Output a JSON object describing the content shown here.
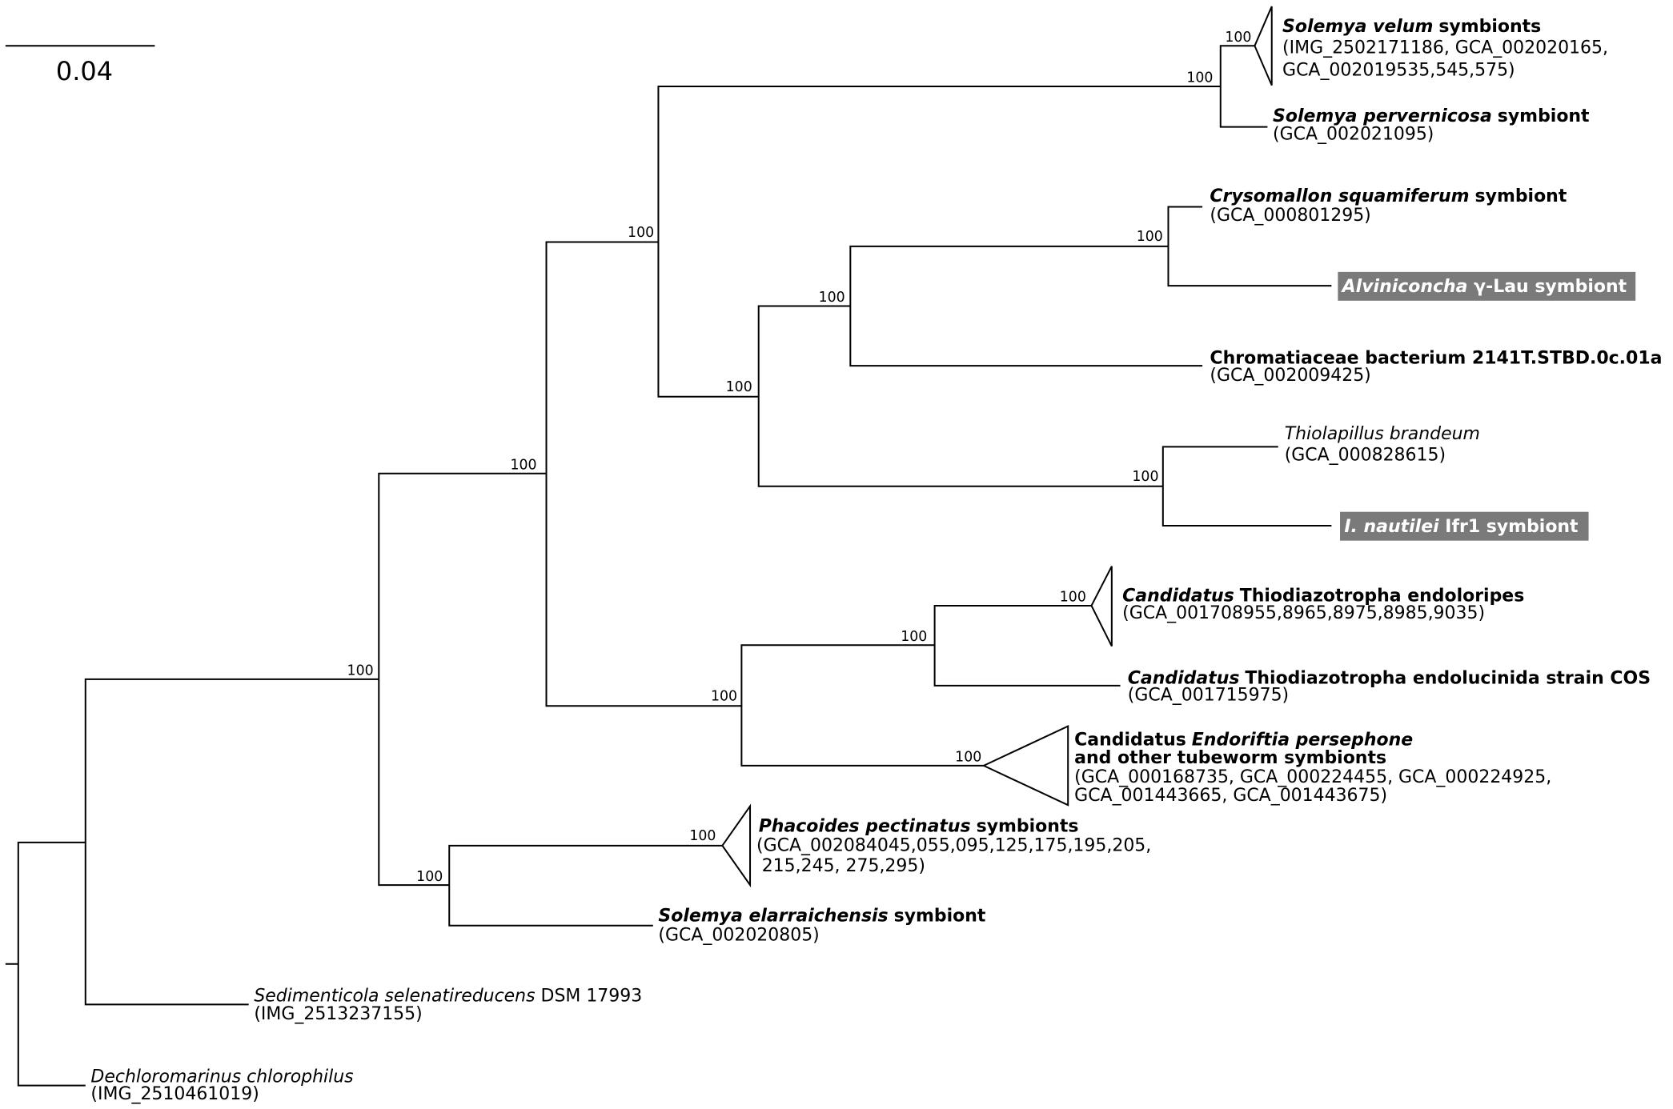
{
  "scale_bar": {
    "label": "0.04"
  },
  "support_values": [
    "100",
    "100",
    "100",
    "100",
    "100",
    "100",
    "100",
    "100",
    "100",
    "100",
    "100",
    "100",
    "100",
    "100",
    "100"
  ],
  "taxa": {
    "solemya_velum": {
      "name_italic": "Solemya velum",
      "name_plain": "symbionts",
      "accession": [
        "(IMG_2502171186, GCA_002020165,",
        "GCA_002019535,545,575)"
      ]
    },
    "solemya_pervernicosa": {
      "name_italic": "Solemya pervernicosa",
      "name_plain": "symbiont",
      "accession": [
        "(GCA_002021095)"
      ]
    },
    "crysomallon_squamiferum": {
      "name_italic": "Crysomallon squamiferum",
      "name_plain": "symbiont",
      "accession": [
        "(GCA_000801295)"
      ]
    },
    "alviniconcha": {
      "name_italic": "Alviniconcha",
      "name_plain": "γ-Lau symbiont"
    },
    "chromatiaceae": {
      "name_plain": "Chromatiaceae bacterium 2141T.STBD.0c.01a",
      "accession": [
        "(GCA_002009425)"
      ]
    },
    "thiolapillus_brandeum": {
      "name_italic": "Thiolapillus brandeum",
      "accession": [
        "(GCA_000828615)"
      ]
    },
    "i_nautilei": {
      "name_italic": "I. nautilei",
      "name_plain": "Ifr1 symbiont"
    },
    "thiodiazotropha_endoloripes": {
      "name_italic": "Candidatus",
      "name_plain": "Thiodiazotropha endoloripes",
      "accession": [
        "(GCA_001708955,8965,8975,8985,9035)"
      ]
    },
    "thiodiazotropha_endolucinida": {
      "name_italic": "Candidatus",
      "name_plain": "Thiodiazotropha endolucinida strain COS",
      "accession": [
        "(GCA_001715975)"
      ]
    },
    "endoriftia_persephone": {
      "name_prefix": "Candidatus",
      "name_italic": "Endoriftia persephone",
      "name_line2": "and other tubeworm symbionts",
      "accession": [
        "(GCA_000168735, GCA_000224455, GCA_000224925,",
        "GCA_001443665, GCA_001443675)"
      ]
    },
    "phacoides_pectinatus": {
      "name_italic": "Phacoides pectinatus",
      "name_plain": "symbionts",
      "accession": [
        "(GCA_002084045,055,095,125,175,195,205,",
        "215,245, 275,295)"
      ]
    },
    "solemya_elarraichensis": {
      "name_italic": "Solemya elarraichensis",
      "name_plain": "symbiont",
      "accession": [
        "(GCA_002020805)"
      ]
    },
    "sedimenticola_selenatireducens": {
      "name_italic": "Sedimenticola selenatireducens",
      "name_plain": "DSM 17993",
      "accession": [
        "(IMG_2513237155)"
      ]
    },
    "dechloromarinus_chlorophilus": {
      "name_italic": "Dechloromarinus chlorophilus",
      "accession": [
        "(IMG_2510461019)"
      ]
    }
  },
  "colors": {
    "branch": "#000000",
    "highlight_box": "#7a7a7a",
    "highlight_text": "#ffffff"
  }
}
